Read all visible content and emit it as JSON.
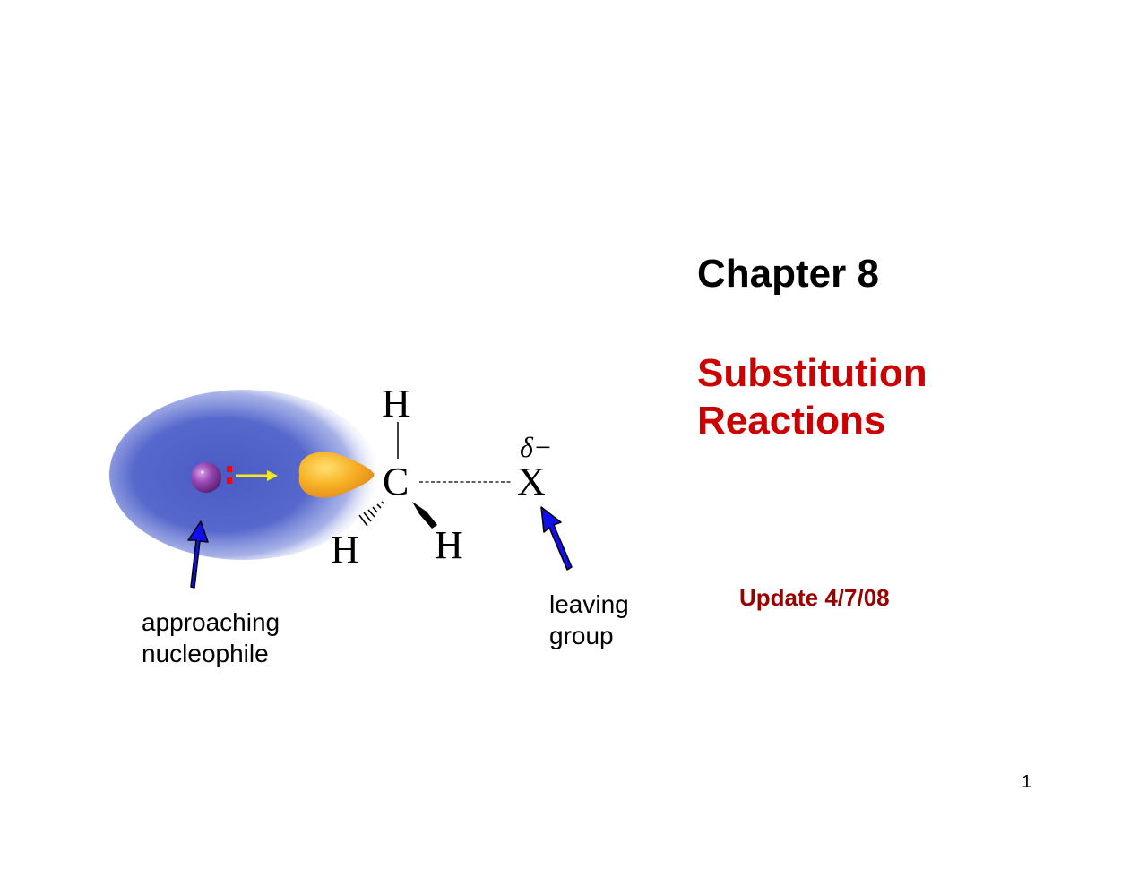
{
  "slide": {
    "title": "Chapter 8",
    "subtitle_lines": [
      "Substitution",
      "Reactions"
    ],
    "update_text": "Update 4/7/08",
    "page_number": "1",
    "colors": {
      "title": "#000000",
      "subtitle": "#cc0000",
      "update": "#9b0000",
      "arrow": "#1010ee",
      "nucleophile_cloud": "#4c5fc8",
      "orbital_lobe": "#f5a81e",
      "nucleophile_atom": "#8a3aa8",
      "lone_pair": "#ff0000",
      "approach_arrow": "#f2e81a"
    }
  },
  "diagram": {
    "atoms": {
      "carbon": "C",
      "h_top": "H",
      "h_left": "H",
      "h_right": "H",
      "leaving_atom": "X",
      "partial_charge": "δ−"
    },
    "labels": {
      "nucleophile_lines": [
        "approaching",
        "nucleophile"
      ],
      "leaving_group_lines": [
        "leaving",
        "group"
      ]
    },
    "icons": [
      "up-arrow-icon",
      "up-arrow-icon"
    ]
  }
}
